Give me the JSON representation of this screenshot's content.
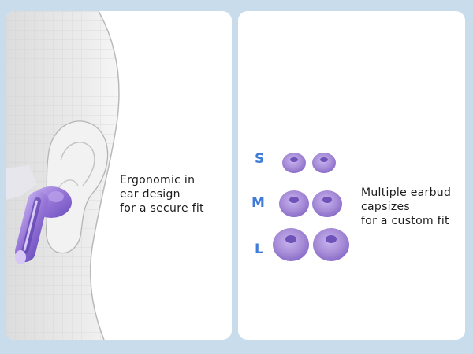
{
  "left_panel": {
    "caption_lines": [
      "Ergonomic in",
      "ear design",
      "for a secure fit"
    ]
  },
  "right_panel": {
    "caption_lines": [
      "Multiple earbud",
      "capsizes",
      "for a custom fit"
    ],
    "size_labels": [
      "S",
      "M",
      "L"
    ]
  },
  "colors": {
    "background": "#c9dceb",
    "panel": "#ffffff",
    "earbud": "#a58ad6",
    "earbud_dark": "#7a5cc4",
    "size_label": "#3f7bd9",
    "text": "#1b1b1b"
  },
  "icons": [
    "head-wireframe-illustration",
    "ear-illustration",
    "earbud-illustration",
    "ear-tip-s-icon",
    "ear-tip-m-icon",
    "ear-tip-l-icon"
  ]
}
